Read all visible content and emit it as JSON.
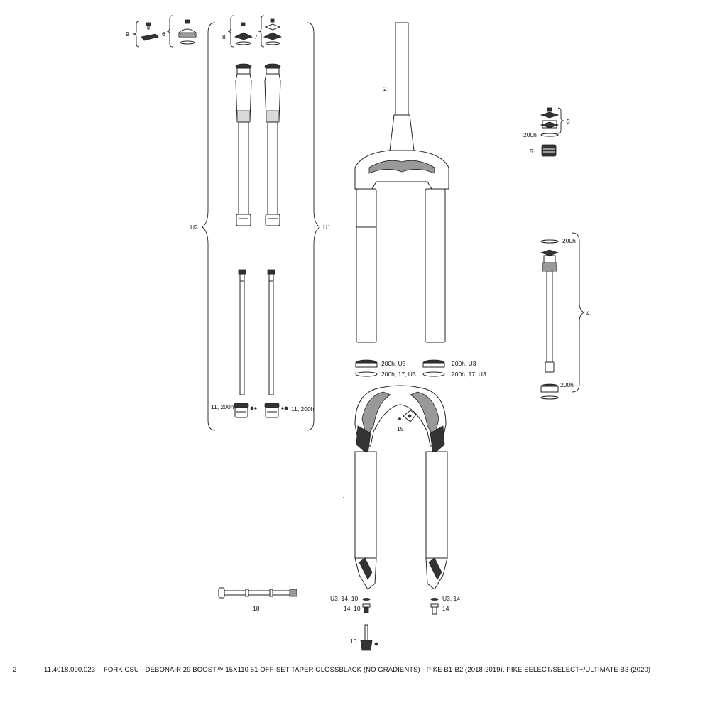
{
  "diagram": {
    "labels": {
      "p9": "9",
      "p6": "6",
      "p8": "8",
      "p7": "7",
      "p2": "2",
      "p3": "3",
      "p3_sub": "200h",
      "p5": "5",
      "u2": "U2",
      "u1": "U1",
      "p4_top": "200h",
      "p4": "4",
      "p4_bottom": "200h",
      "seal_left_1": "200h, U3",
      "seal_left_2": "200h, 17, U3",
      "seal_right_1": "200h, U3",
      "seal_right_2": "200h, 17, U3",
      "nut_left": "11, 200h",
      "nut_right": "11, 200h",
      "p15": "15",
      "p1": "1",
      "p18": "18",
      "bolt_left_1": "U3, 14, 10",
      "bolt_left_2": "14, 10",
      "bolt_right_1": "U3, 14",
      "bolt_right_2": "14",
      "p10": "10"
    }
  },
  "footer": {
    "page_number": "2",
    "part_number": "11.4018.090.023",
    "description": "FORK CSU - DEBONAIR 29 BOOST™ 15X110 51 OFF-SET TAPER GLOSSBLACK (NO GRADIENTS) - PIKE B1-B2 (2018-2019). PIKE SELECT/SELECT+/ULTIMATE B3 (2020)"
  }
}
